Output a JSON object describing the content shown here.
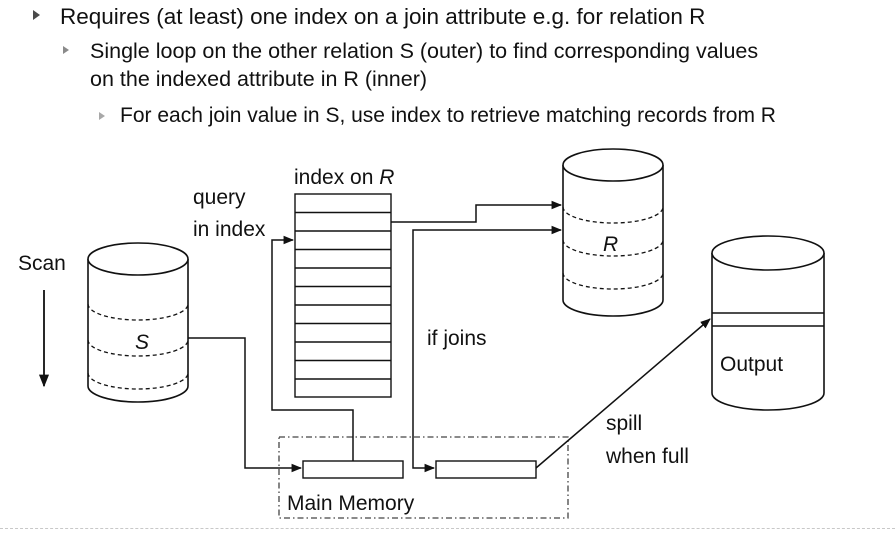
{
  "bullets": {
    "b1": "Requires (at least) one index on a join attribute e.g. for relation R",
    "b2_line1": "Single loop on the other relation S (outer) to find corresponding values",
    "b2_line2": "on the indexed attribute in R (inner)",
    "b3": "For each join value in S, use index to retrieve matching records from R"
  },
  "diagram": {
    "scan_label": "Scan",
    "s_label": "S",
    "query_line1": "query",
    "query_line2": "in index",
    "index_title": "index on ",
    "index_rel": "R",
    "r_label": "R",
    "if_joins": "if joins",
    "output_label": "Output",
    "spill_line1": "spill",
    "spill_line2": "when full",
    "main_memory": "Main Memory"
  }
}
